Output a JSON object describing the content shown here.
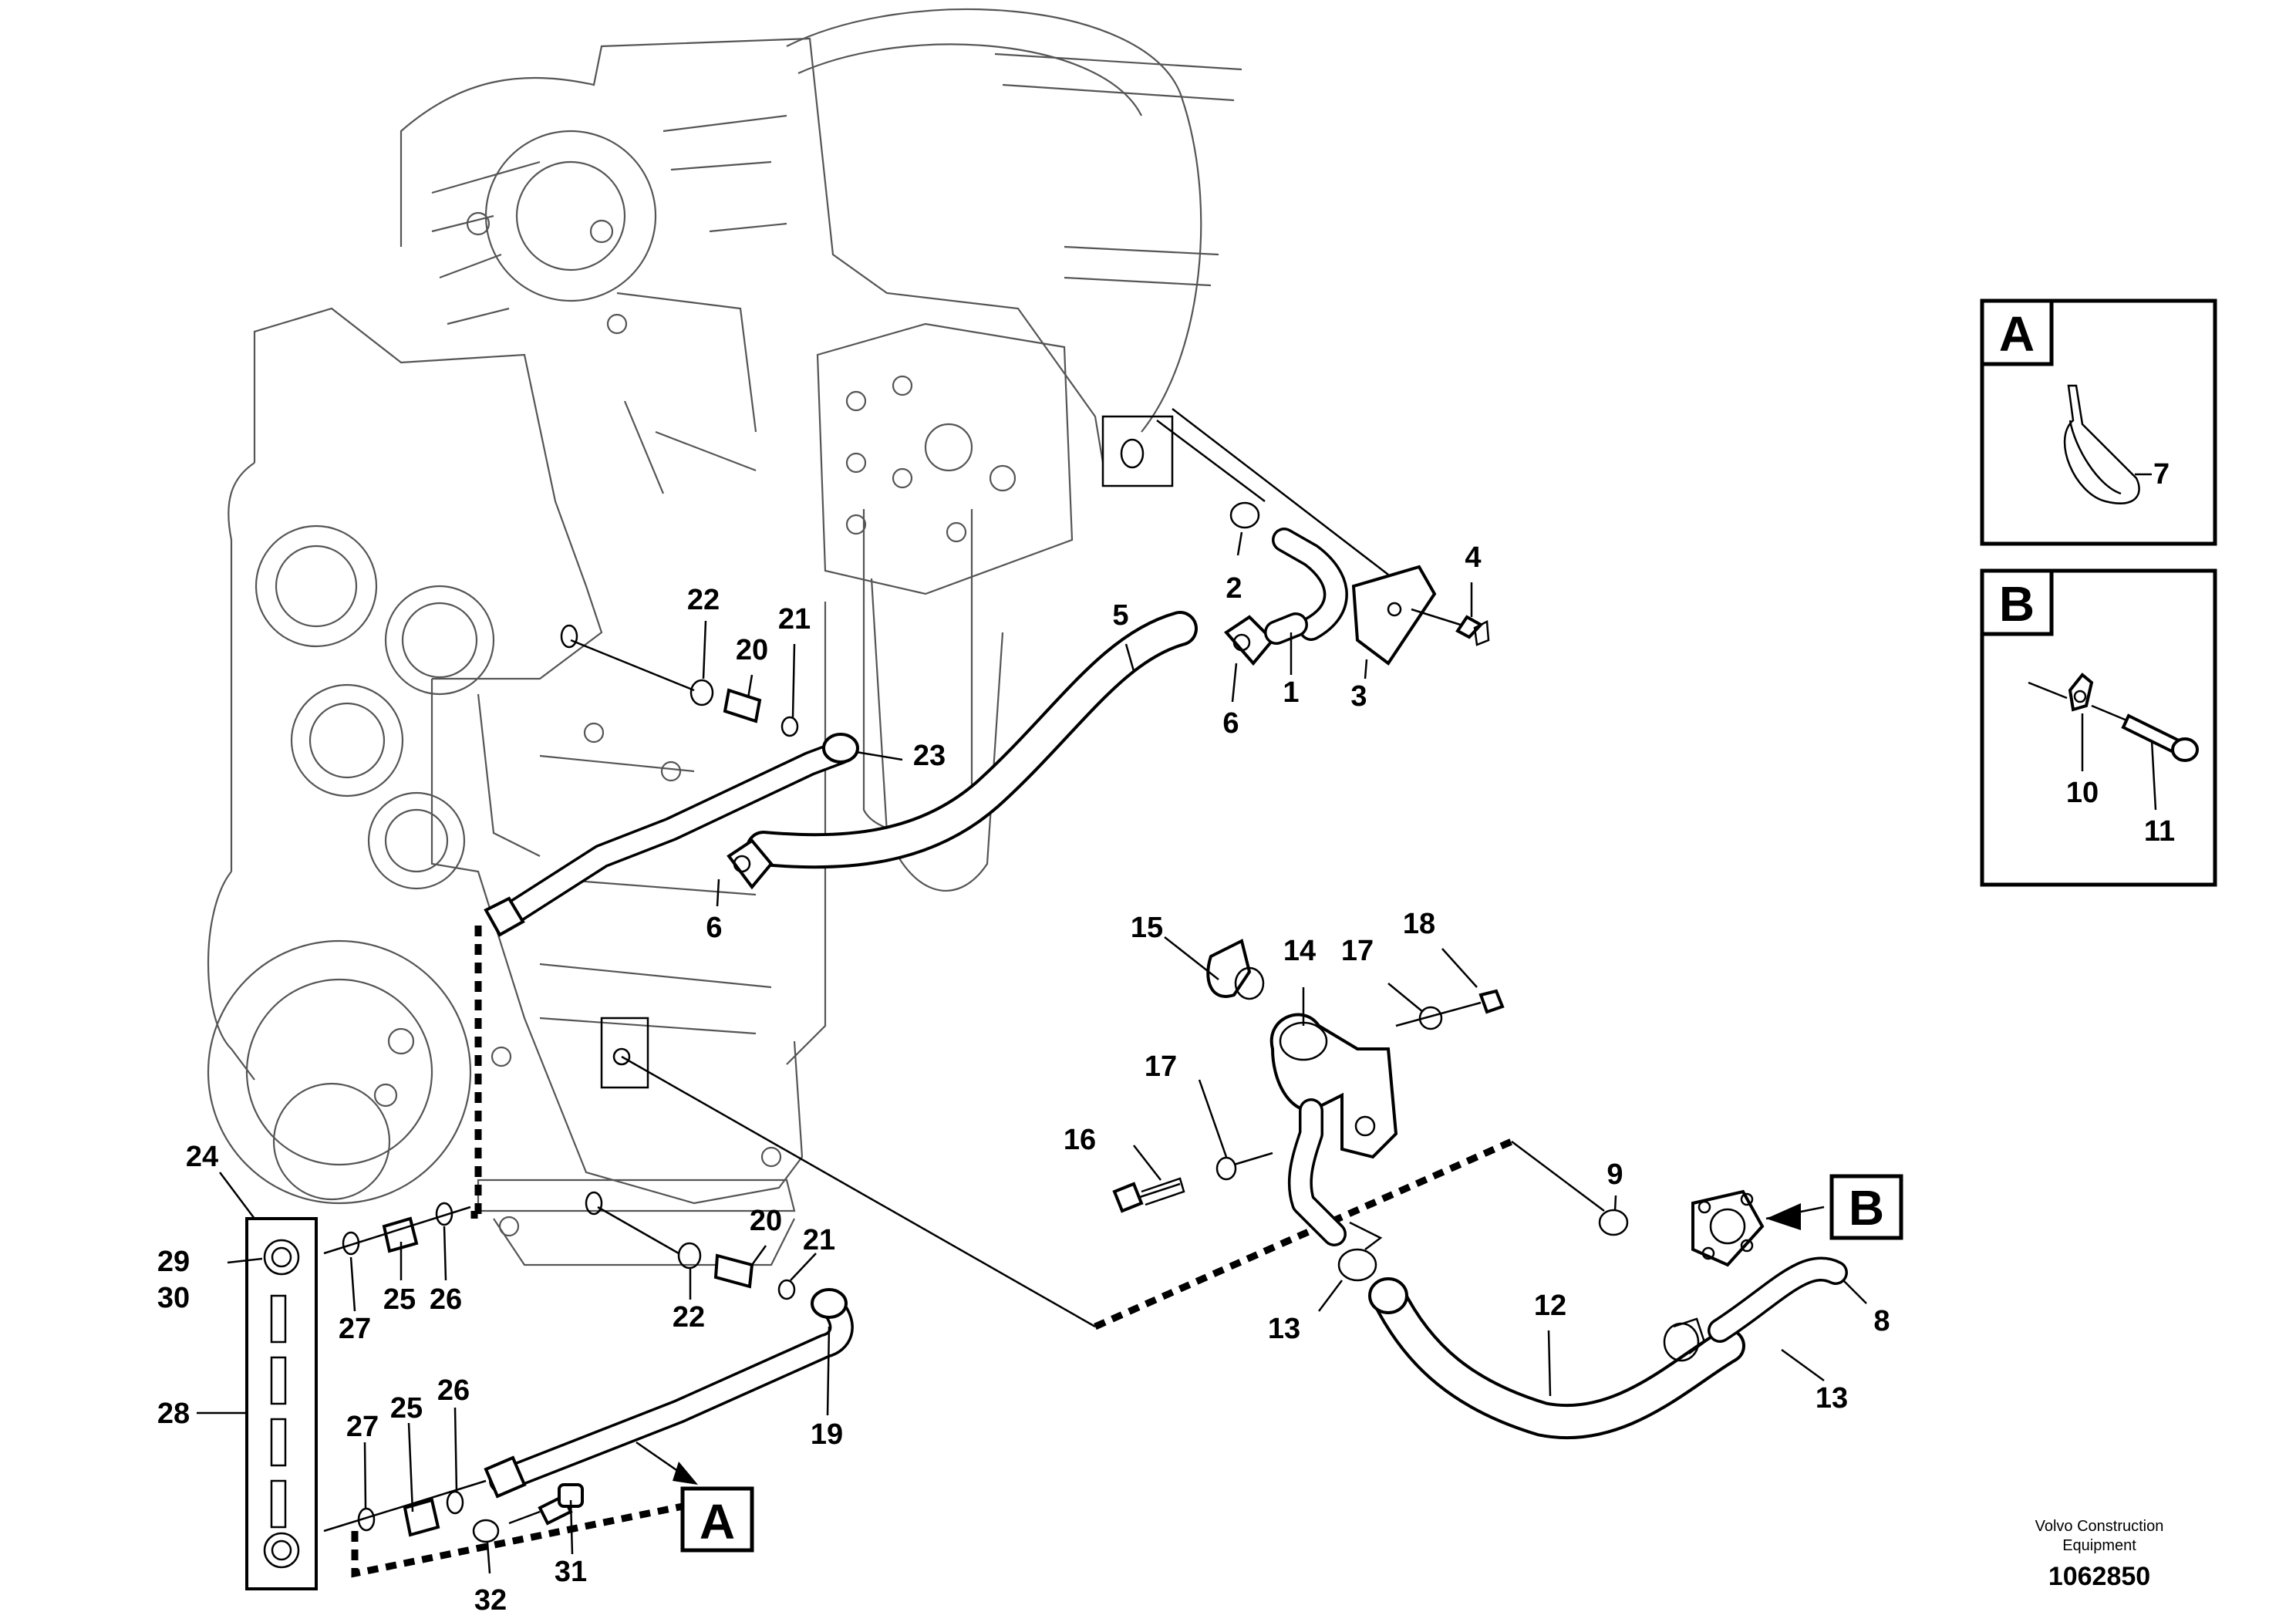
{
  "callouts": [
    {
      "text": "1"
    },
    {
      "text": "2"
    },
    {
      "text": "3"
    },
    {
      "text": "4"
    },
    {
      "text": "5"
    },
    {
      "text": "6"
    },
    {
      "text": "6"
    },
    {
      "text": "8"
    },
    {
      "text": "9"
    },
    {
      "text": "12"
    },
    {
      "text": "13"
    },
    {
      "text": "13"
    },
    {
      "text": "14"
    },
    {
      "text": "15"
    },
    {
      "text": "16"
    },
    {
      "text": "17"
    },
    {
      "text": "17"
    },
    {
      "text": "18"
    },
    {
      "text": "19"
    },
    {
      "text": "20"
    },
    {
      "text": "20"
    },
    {
      "text": "21"
    },
    {
      "text": "21"
    },
    {
      "text": "22"
    },
    {
      "text": "22"
    },
    {
      "text": "23"
    },
    {
      "text": "24"
    },
    {
      "text": "25"
    },
    {
      "text": "25"
    },
    {
      "text": "26"
    },
    {
      "text": "26"
    },
    {
      "text": "27"
    },
    {
      "text": "27"
    },
    {
      "text": "28"
    },
    {
      "text": "29"
    },
    {
      "text": "30"
    },
    {
      "text": "31"
    },
    {
      "text": "32"
    }
  ],
  "detail_a": {
    "letter": "A",
    "part_label": "7"
  },
  "detail_b": {
    "letter": "B",
    "part_labels": [
      "10",
      "11"
    ]
  },
  "view_markers": [
    {
      "letter": "A"
    },
    {
      "letter": "B"
    }
  ],
  "footer": {
    "line1": "Volvo Construction",
    "line2": "Equipment",
    "drawing_number": "1062850"
  }
}
